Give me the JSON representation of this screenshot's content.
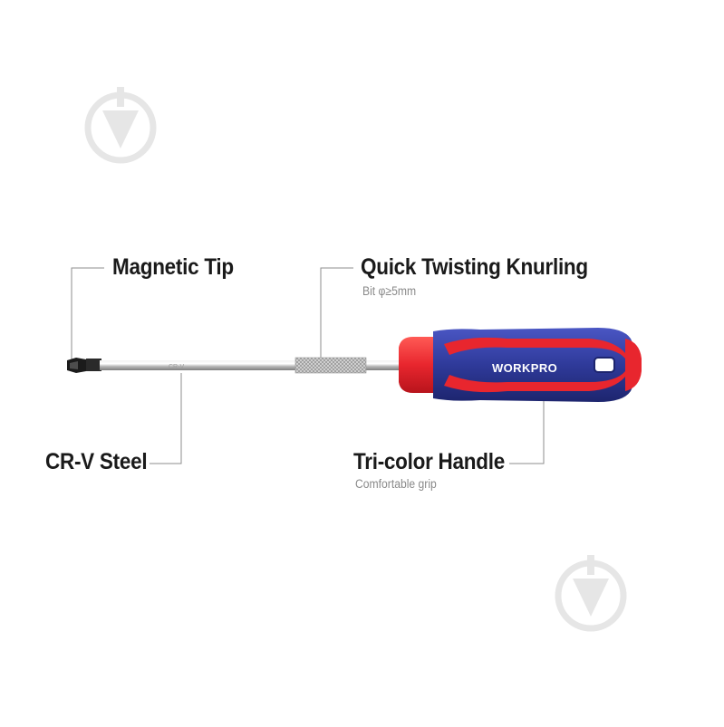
{
  "callouts": {
    "magnetic_tip": {
      "title": "Magnetic Tip"
    },
    "knurling": {
      "title": "Quick Twisting Knurling",
      "subtitle": "Bit φ≥5mm"
    },
    "steel": {
      "title": "CR-V Steel"
    },
    "handle": {
      "title": "Tri-color Handle",
      "subtitle": "Comfortable grip"
    }
  },
  "handle_brand": "WORKPRO",
  "shaft_marking": "CR-V",
  "icons": [
    "watermark-drop-icon",
    "watermark-drop-icon"
  ],
  "colors": {
    "handle_red": "#e8262e",
    "handle_blue": "#2f3a9a",
    "shaft": "#c4c4c4",
    "leader_line": "#8c8c8c",
    "watermark": "#e6e6e6"
  }
}
